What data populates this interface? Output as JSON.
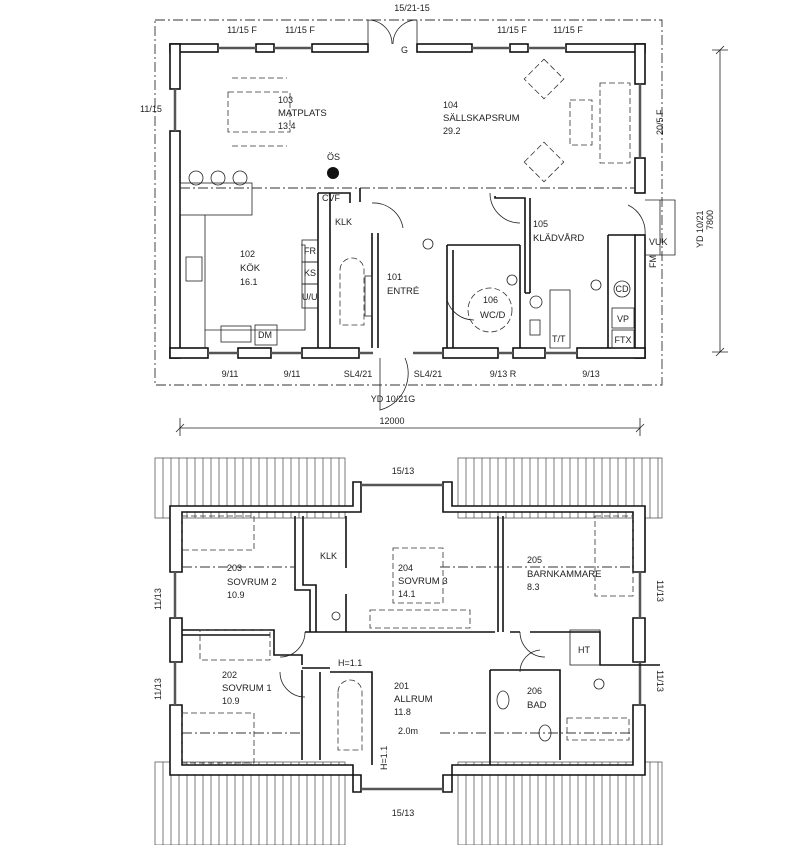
{
  "ground_floor": {
    "top_door": "15/21-15",
    "top_windows": [
      "11/15 F",
      "11/15 F",
      "11/15 F",
      "11/15 F"
    ],
    "top_door_mark": "G",
    "left_window": "11/15",
    "right_window": "20/5 F",
    "bottom_windows": [
      "9/11",
      "9/11",
      "SL4/21",
      "SL4/21",
      "9/13 R",
      "9/13"
    ],
    "entrance_door": "YD 10/21G",
    "side_door": "YD 10/21",
    "height_dim": "7800",
    "width_dim": "12000",
    "rooms": [
      {
        "number": "101",
        "name": "ENTRÉ",
        "area": ""
      },
      {
        "number": "102",
        "name": "KÖK",
        "area": "16.1"
      },
      {
        "number": "103",
        "name": "MATPLATS",
        "area": "13.4"
      },
      {
        "number": "104",
        "name": "SÄLLSKAPSRUM",
        "area": "29.2"
      },
      {
        "number": "105",
        "name": "KLÄDVÅRD",
        "area": ""
      },
      {
        "number": "106",
        "name": "WC/D",
        "area": ""
      }
    ],
    "fixtures": {
      "os": "ÖS",
      "cvf": "CVF",
      "klk": "KLK",
      "fr": "FR",
      "ks": "KS",
      "uu": "U/U",
      "dm": "DM",
      "tt": "T/T",
      "cd": "CD",
      "vp": "VP",
      "ftx": "FTX",
      "vuk": "VUK",
      "fm": "FM"
    }
  },
  "upper_floor": {
    "top_window": "15/13",
    "bottom_window": "15/13",
    "side_windows": [
      "11/13",
      "11/13",
      "11/13",
      "11/13"
    ],
    "klk": "KLK",
    "ht": "HT",
    "h_label": "H=1.1",
    "h_label_vertical": "H=1.1",
    "ceiling_line": "2.0m",
    "rooms": [
      {
        "number": "201",
        "name": "ALLRUM",
        "area": "11.8"
      },
      {
        "number": "202",
        "name": "SOVRUM 1",
        "area": "10.9"
      },
      {
        "number": "203",
        "name": "SOVRUM 2",
        "area": "10.9"
      },
      {
        "number": "204",
        "name": "SOVRUM 3",
        "area": "14.1"
      },
      {
        "number": "205",
        "name": "BARNKAMMARE",
        "area": "8.3"
      },
      {
        "number": "206",
        "name": "BAD",
        "area": ""
      }
    ]
  }
}
